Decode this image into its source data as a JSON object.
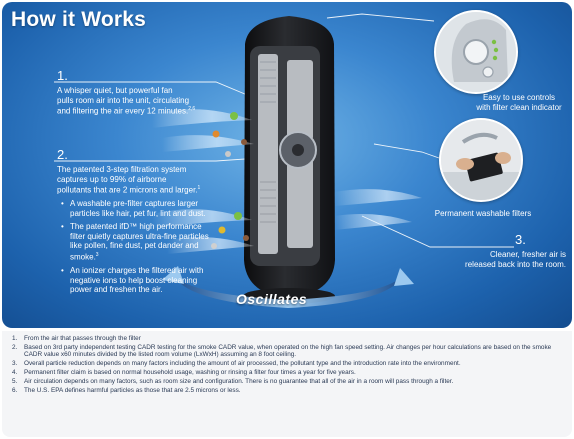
{
  "title": "How it Works",
  "steps": [
    {
      "number": "1.",
      "text_lines": [
        "A whisper quiet, but powerful fan",
        "pulls room air into the unit, circulating",
        "and filtering the air every 12 minutes."
      ],
      "sup": "2,6"
    },
    {
      "number": "2.",
      "text_lines": [
        "The patented 3-step filtration system",
        "captures up to 99% of airborne",
        "pollutants that are 2 microns and larger."
      ],
      "sup": "1",
      "bullets": [
        "A washable pre-filter captures larger particles like hair, pet fur, lint and dust.",
        "The patented ifD™ high performance filter quietly captures ultra-fine particles like pollen, fine dust, pet dander and smoke.",
        "An ionizer charges the filtered air with negative ions to help boost cleaning power and freshen the air."
      ],
      "bullet2_sup": "3"
    },
    {
      "number": "3.",
      "text_lines": [
        "Cleaner, fresher air is",
        "released back into the room."
      ]
    }
  ],
  "callouts": {
    "controls": [
      "Easy to use controls",
      "with filter clean indicator"
    ],
    "filters": "Permanent washable filters"
  },
  "oscillates_label": "Oscillates",
  "footnotes": [
    {
      "n": "1.",
      "text": "From the air that passes through the filter"
    },
    {
      "n": "2.",
      "text": "Based on 3rd party independent testing CADR testing for the smoke CADR value, when operated on the high fan speed setting. Air changes per hour calculations are based on the smoke CADR value x60 minutes divided by the listed room volume (LxWxH) assuming an 8 foot ceiling."
    },
    {
      "n": "3.",
      "text": "Overall particle reduction depends on many factors including the amount of air processed, the pollutant type and the introduction rate into the environment."
    },
    {
      "n": "4.",
      "text": "Permanent filter claim is based on normal household usage, washing or rinsing a filter four times a year for five years."
    },
    {
      "n": "5.",
      "text": "Air circulation depends on many factors, such as room size and configuration. There is no guarantee that all of the air in a room will pass through a filter."
    },
    {
      "n": "6.",
      "text": "The U.S. EPA defines harmful particles as those that are 2.5 microns or less."
    }
  ],
  "colors": {
    "panel": "#2c74c0",
    "accent_green": "#7bc043",
    "text_dark": "#2a3a55"
  }
}
